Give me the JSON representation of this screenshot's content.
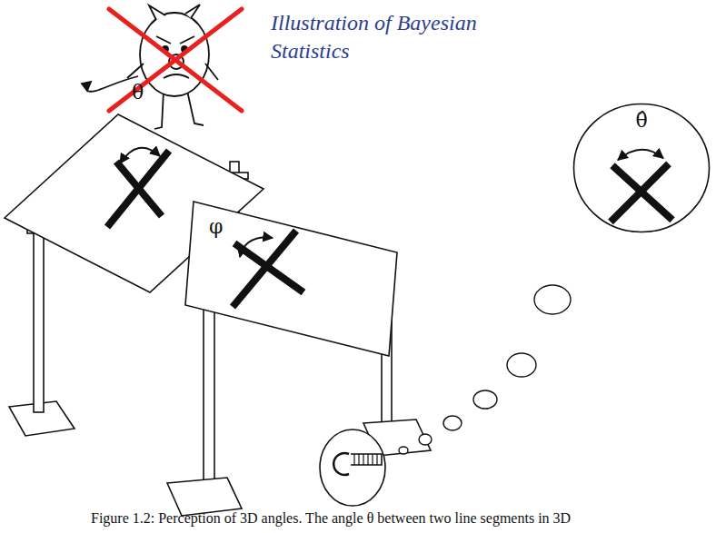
{
  "diagram": {
    "title": "Illustration of Bayesian Statistics",
    "caption": "Figure 1.2: Perception of 3D angles. The angle θ between two line segments in 3D",
    "nodes": [
      {
        "text": [
          "θ̂"
        ]
      }
    ],
    "labels": [
      "θ",
      "φ"
    ]
  }
}
